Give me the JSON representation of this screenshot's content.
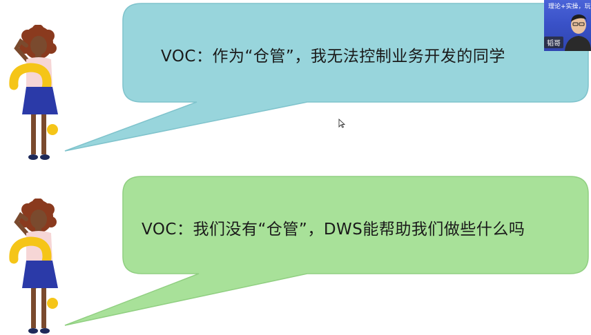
{
  "slide": {
    "bubbles": [
      {
        "text": "VOC：作为“仓管”，我无法控制业务开发的同学",
        "fill": "#98d5dc",
        "stroke": "#7fc3cc"
      },
      {
        "text": "VOC：我们没有“仓管”，DWS能帮助我们做些什么吗",
        "fill": "#a8e199",
        "stroke": "#90cf81"
      }
    ],
    "figure_icon": "thinking-woman-question-mark-icon"
  },
  "webcam": {
    "caption": "理论+实操，玩",
    "presenter_name": "韬哥",
    "background": "#3a52c8"
  },
  "cursor": {
    "icon": "mouse-pointer-icon"
  }
}
